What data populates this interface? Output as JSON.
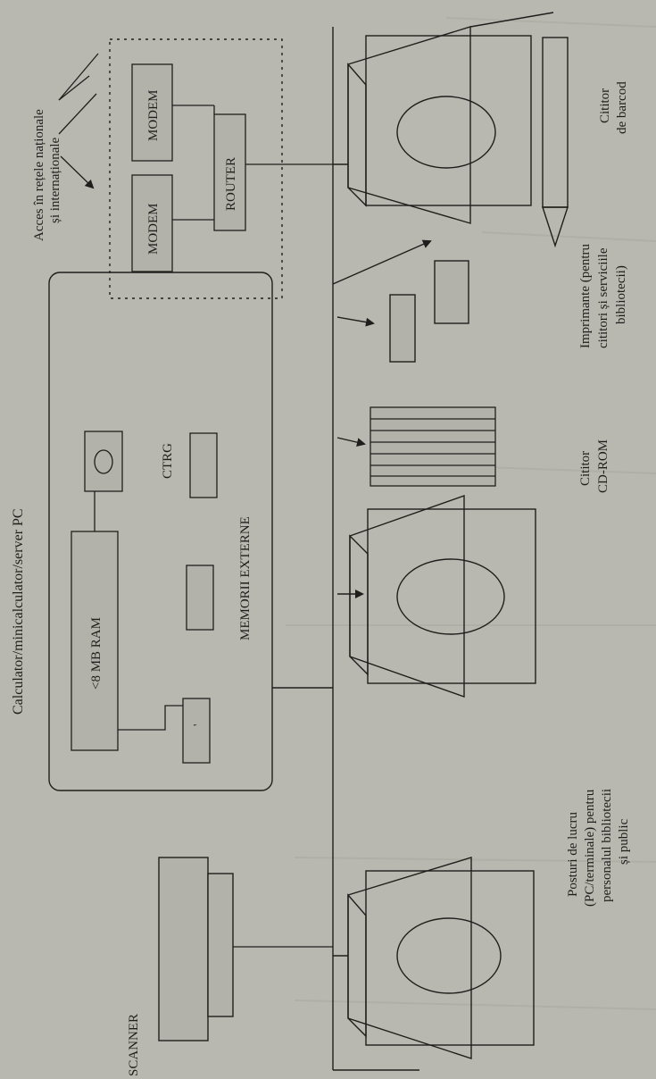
{
  "diagram": {
    "colors": {
      "paper": "#b9b8b0",
      "ink": "#1e1e1c",
      "box_fill": "#b3b2aa",
      "printbleed": "#a9a89f"
    },
    "access": {
      "line1": "Acces în rețele naționale",
      "line2": "și internaționale"
    },
    "network": {
      "modem_top": "MODEM",
      "modem_bottom": "MODEM",
      "router": "ROUTER"
    },
    "server": {
      "title": "Calculator/minicalculator/server PC",
      "ram": "<8 MB RAM",
      "ctrg": "CTRG",
      "ext_memory": "MEMORII  EXTERNE",
      "disk_mark": "'"
    },
    "devices": {
      "barcode": {
        "line1": "Cititor",
        "line2": "de barcod"
      },
      "printers": {
        "line1": "Imprimante (pentru",
        "line2": "cititori și serviciile",
        "line3": "bibliotecii)"
      },
      "cdrom": {
        "line1": "Cititor",
        "line2": "CD-ROM"
      },
      "workstations": {
        "line1": "Posturi de lucru",
        "line2": "(PC/terminale) pentru",
        "line3": "personalul bibliotecii",
        "line4": "și public"
      },
      "scanner": "SCANNER"
    }
  }
}
